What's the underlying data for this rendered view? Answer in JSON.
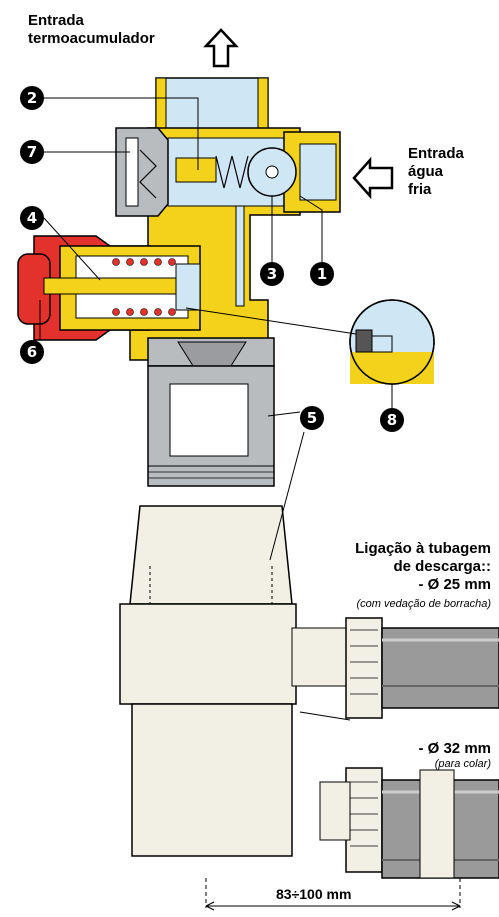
{
  "labels": {
    "entrada_line1": "Entrada",
    "entrada_line2": "termoacumulador",
    "fria_line1": "Entrada",
    "fria_line2": "água",
    "fria_line3": "fria",
    "ligacao_line1": "Ligação à tubagem",
    "ligacao_line2": "de descarga::",
    "d25": "- Ø 25 mm",
    "d25_note": "(com vedação de borracha)",
    "d32": "- Ø 32 mm",
    "d32_note": "(para colar)",
    "dimension": "83÷100 mm"
  },
  "callouts": [
    "1",
    "2",
    "3",
    "4",
    "5",
    "6",
    "7",
    "8"
  ],
  "colors": {
    "brass": "#f2d21a",
    "water": "#cfe6f5",
    "red": "#e3322b",
    "grey": "#b9bcbf",
    "siphon": "#f2efe4",
    "pipe": "#9a9a9a"
  }
}
